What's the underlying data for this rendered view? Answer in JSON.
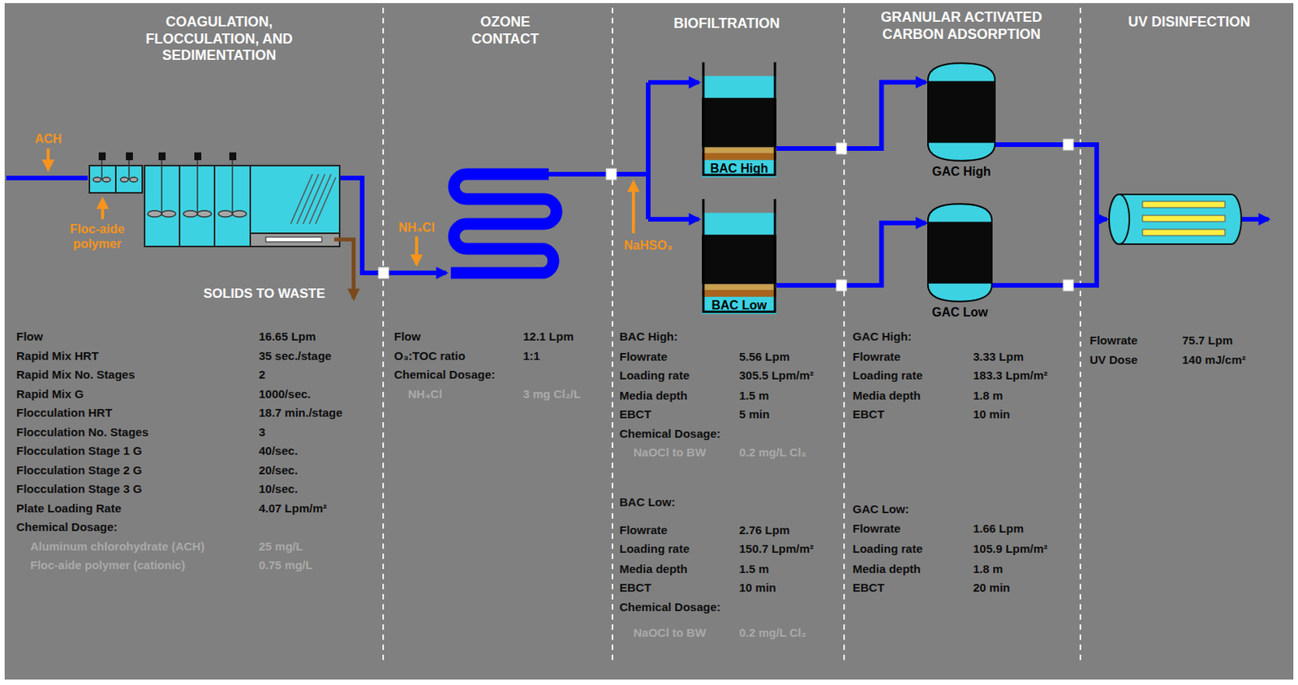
{
  "diagram": {
    "nodes": [
      {
        "text": [
          "BAC High"
        ]
      },
      {
        "text": [
          "BAC Low"
        ]
      },
      {
        "text": [
          "GAC High"
        ]
      },
      {
        "text": [
          "GAC Low"
        ]
      }
    ],
    "edges": [
      {
        "from": 0,
        "to": 2,
        "arrow": "to"
      },
      {
        "from": 1,
        "to": 3,
        "arrow": "to"
      }
    ],
    "labels": [
      "COAGULATION, FLOCCULATION, AND SEDIMENTATION",
      "OZONE CONTACT",
      "BIOFILTRATION",
      "GRANULAR ACTIVATED CARBON ADSORPTION",
      "UV DISINFECTION",
      "ACH",
      "Floc-aide polymer",
      "SOLIDS TO WASTE",
      "NH₄Cl",
      "NaHSO₃",
      "Flow",
      "16.65 Lpm",
      "Rapid Mix HRT",
      "35 sec./stage",
      "Rapid Mix No. Stages",
      "2",
      "Rapid Mix G",
      "1000/sec.",
      "Flocculation HRT",
      "18.7 min./stage",
      "Flocculation No. Stages",
      "3",
      "Flocculation Stage 1 G",
      "40/sec.",
      "Flocculation Stage 2 G",
      "20/sec.",
      "Flocculation Stage 3 G",
      "10/sec.",
      "Plate Loading Rate",
      "4.07 Lpm/m²",
      "Chemical Dosage:",
      "Aluminum chlorohydrate (ACH)",
      "25 mg/L",
      "Floc-aide polymer (cationic)",
      "0.75 mg/L",
      "Flow",
      "12.1 Lpm",
      "O₃:TOC ratio",
      "1:1",
      "Chemical Dosage:",
      "NH₄Cl",
      "3 mg Cl₂/L",
      "BAC High:",
      "Flowrate",
      "5.56 Lpm",
      "Loading rate",
      "305.5 Lpm/m²",
      "Media depth",
      "1.5 m",
      "EBCT",
      "5 min",
      "Chemical Dosage:",
      "NaOCl to BW",
      "0.2 mg/L Cl₂",
      "BAC Low:",
      "Flowrate",
      "2.76 Lpm",
      "Loading rate",
      "150.7 Lpm/m²",
      "Media depth",
      "1.5 m",
      "EBCT",
      "10 min",
      "Chemical Dosage:",
      "NaOCl to BW",
      "0.2 mg/L Cl₂",
      "GAC High:",
      "Flowrate",
      "3.33 Lpm",
      "Loading rate",
      "183.3 Lpm/m²",
      "Media depth",
      "1.8 m",
      "EBCT",
      "10 min",
      "GAC Low:",
      "Flowrate",
      "1.66 Lpm",
      "Loading rate",
      "105.9 Lpm/m²",
      "Media depth",
      "1.8 m",
      "EBCT",
      "20 min",
      "Flowrate",
      "75.7 Lpm",
      "UV Dose",
      "140 mJ/cm²"
    ]
  }
}
